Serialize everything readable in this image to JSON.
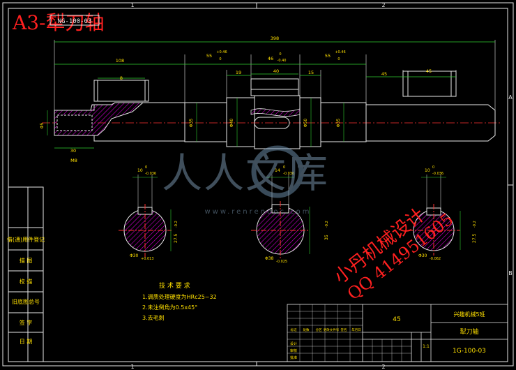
{
  "sheet": {
    "title_red": "A3-犁刀轴",
    "drawing_no_top": "NG-100-03",
    "grid_top": [
      "1",
      "2"
    ],
    "grid_bottom": [
      "1",
      "2"
    ],
    "grid_side": [
      "A",
      "B"
    ]
  },
  "dims": {
    "overall": "398",
    "seg_left": "108",
    "seg_a": "55",
    "seg_a_tol_up": "+0.46",
    "seg_a_tol_dn": "0",
    "seg_b": "46",
    "seg_b_tol_up": "0",
    "seg_b_tol_dn": "-0.40",
    "seg_c": "55",
    "seg_c_tol_up": "+0.46",
    "seg_c_tol_dn": "0",
    "gap1": "19",
    "keyway": "40",
    "gap2": "15",
    "right_gap": "45",
    "right_key": "45",
    "left_key": "8",
    "bore_len": "30",
    "bore_dia": "Φ5",
    "bore_note": "M8",
    "dia_1": "Φ35",
    "dia_2": "Φ40",
    "dia_3": "Φ50",
    "dia_4": "Φ35"
  },
  "sections": [
    {
      "width_main": "10",
      "width_tol_up": "0",
      "width_tol_dn": "-0.036",
      "depth": "27.5",
      "depth_tol": "-0.2",
      "dia": "Φ30",
      "dia_tol": "+0.013"
    },
    {
      "width_main": "14",
      "width_tol_up": "0",
      "width_tol_dn": "-0.036",
      "depth": "35",
      "depth_tol": "-0.2",
      "dia": "Φ38",
      "dia_tol": "-0.025"
    },
    {
      "width_main": "10",
      "width_tol_up": "0",
      "width_tol_dn": "-0.036",
      "depth": "27.5",
      "depth_tol": "-0.2",
      "dia": "Φ30",
      "dia_tol": "-0.062"
    }
  ],
  "notes": {
    "heading": "技 术 要 求",
    "items": [
      "1.调质处理硬度为HRc25~32",
      "2.未注倒角为0.5x45°",
      "3.去毛刺"
    ]
  },
  "side_table": [
    "借(通)用件登记",
    "描 图",
    "校 描",
    "旧底图总号",
    "签 字",
    "日 期"
  ],
  "title_block": {
    "material": "45",
    "school": "兴趣机械5班",
    "part_name": "犁刀轴",
    "drawing_no": "1G-100-03",
    "scale": "1:1",
    "designer_label": "设计",
    "check_label": "审核",
    "approve_label": "批准",
    "hdr_row": [
      "标记",
      "处数",
      "分区",
      "更改文件号",
      "签名",
      "年月日"
    ]
  },
  "watermark": {
    "site": "人人文库",
    "url": "www.renrendoc.com",
    "red_text": "小丹机械设计",
    "qq": "QQ 414951605"
  }
}
